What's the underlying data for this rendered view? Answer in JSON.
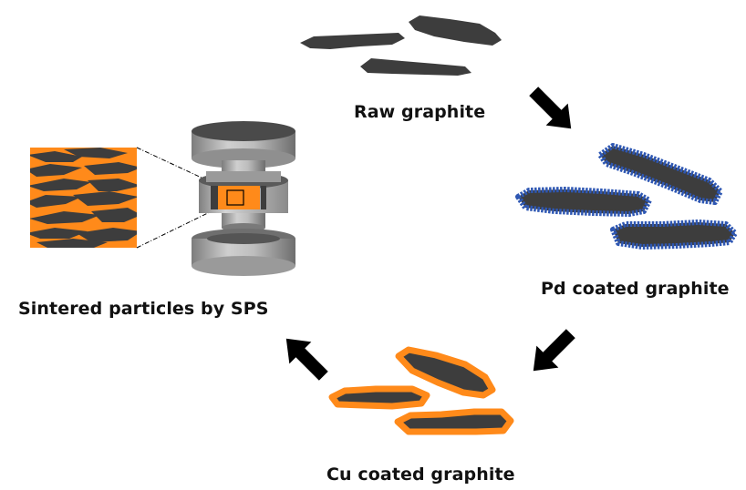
{
  "labels": {
    "raw": "Raw graphite",
    "pd": "Pd coated graphite",
    "cu": "Cu coated graphite",
    "sps": "Sintered particles by SPS"
  },
  "colors": {
    "graphite": "#3d3d3d",
    "pd_coating": "#2e57b3",
    "cu_coating": "#ff8a1a",
    "arrow": "#000000",
    "die": "#a9a9a9"
  },
  "icons": [
    "arrow-icon",
    "sps-die-icon"
  ]
}
